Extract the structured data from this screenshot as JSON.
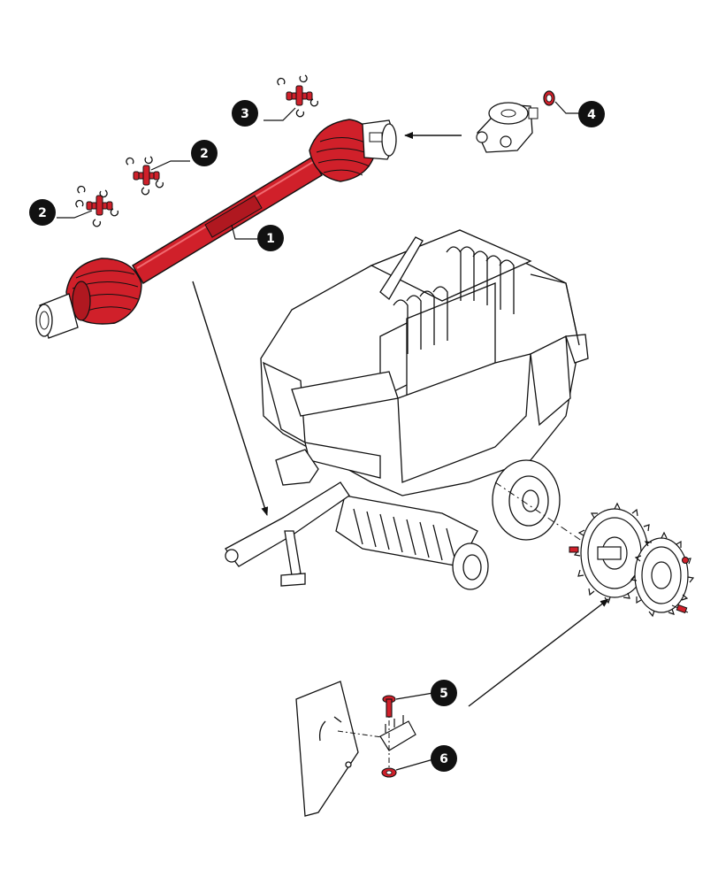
{
  "colors": {
    "highlight": "#d0202a",
    "highlight_dark": "#7a0c12",
    "line": "#111111",
    "callout_fill": "#111111",
    "callout_text": "#ffffff",
    "paper": "#ffffff"
  },
  "icons": {
    "arrow": "arrow-icon",
    "cross_joint": "universal-joint-cross-icon",
    "callout": "callout-badge-icon"
  },
  "callouts": [
    {
      "id": "c1",
      "label": "1",
      "part": "pto-drive-shaft"
    },
    {
      "id": "c2a",
      "label": "2",
      "part": "universal-joint-cross"
    },
    {
      "id": "c2b",
      "label": "2",
      "part": "universal-joint-cross"
    },
    {
      "id": "c3",
      "label": "3",
      "part": "universal-joint-cross"
    },
    {
      "id": "c4",
      "label": "4",
      "part": "shaft-ring"
    },
    {
      "id": "c5",
      "label": "5",
      "part": "bolt"
    },
    {
      "id": "c6",
      "label": "6",
      "part": "nut"
    }
  ]
}
